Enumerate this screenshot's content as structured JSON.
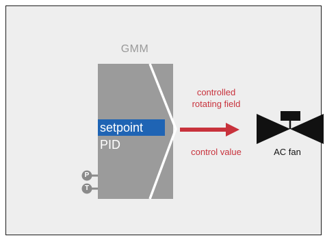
{
  "diagram": {
    "module_title": "GMM",
    "setpoint_label": "setpoint",
    "pid_label": "PID",
    "port_p_label": "P",
    "port_t_label": "T",
    "signal_line_1": "controlled",
    "signal_line_2": "rotating field",
    "control_value_label": "control value",
    "fan_label": "AC fan"
  },
  "colors": {
    "background": "#eeeeee",
    "module_gray": "#9b9b9b",
    "setpoint_blue": "#1f64b4",
    "signal_red": "#c8323c",
    "fan_black": "#111111"
  }
}
